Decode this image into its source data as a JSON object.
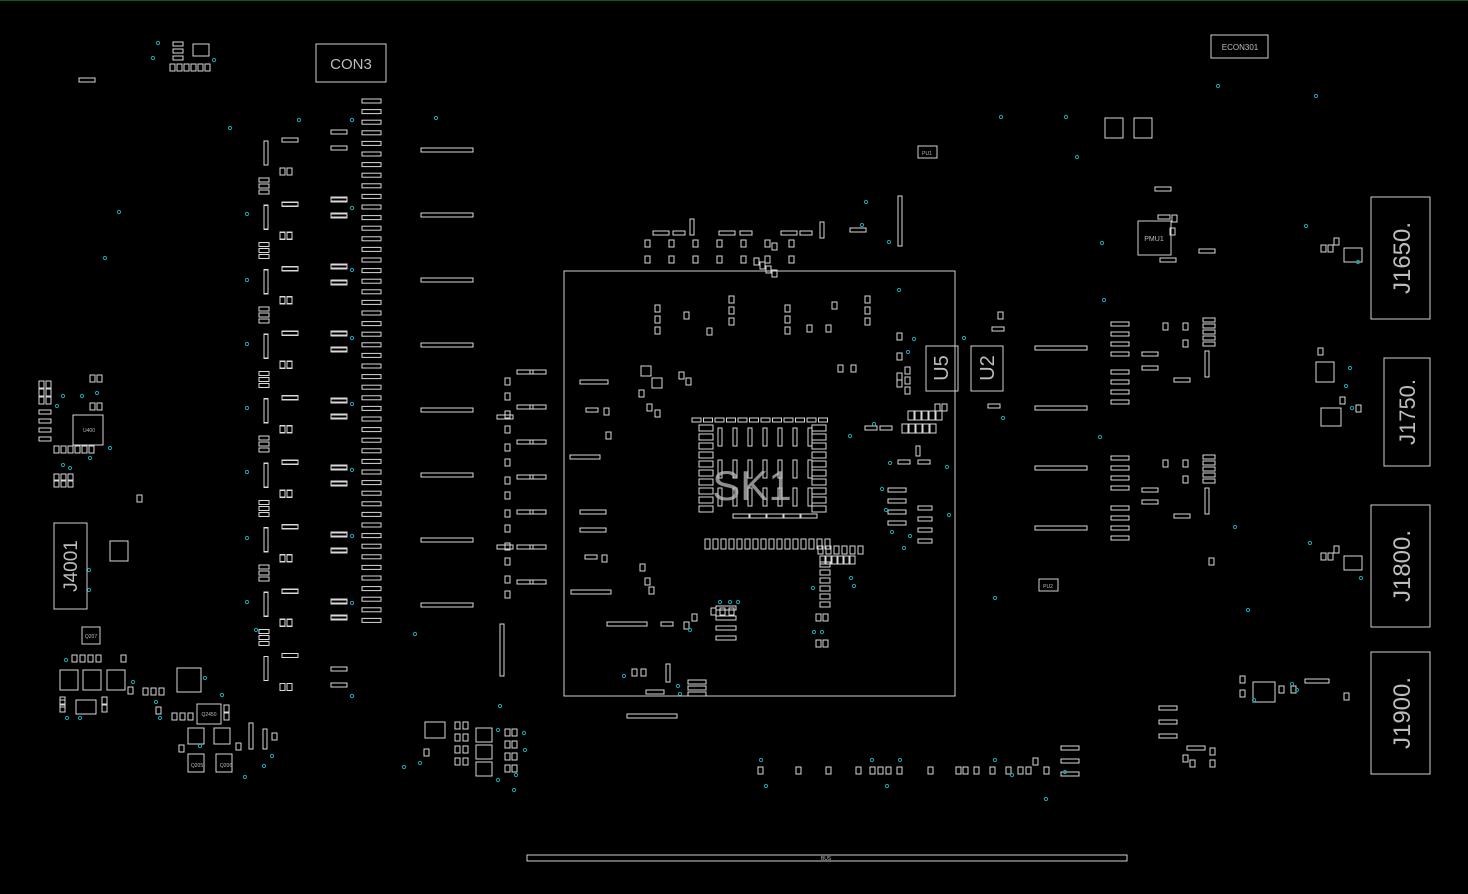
{
  "board": {
    "background": "#000000",
    "pad_color": "#d9d9d9",
    "via_color": "#1aa6b8"
  },
  "labels": {
    "con3": "CON3",
    "econ301": "ECON301",
    "pmu1": "PMU1",
    "pu1": "PU1",
    "pu2": "PU2",
    "sk1": "SK1",
    "u5": "U5",
    "u2": "U2",
    "j4001": "J4001",
    "j1650": "J1650.",
    "j1750": "J1750.",
    "j1800": "J1800.",
    "j1900": "J1900.",
    "q207": "Q207",
    "q2450": "Q2450",
    "q205": "Q205",
    "q206": "Q206",
    "u400": "U400",
    "bus": "BUS"
  }
}
